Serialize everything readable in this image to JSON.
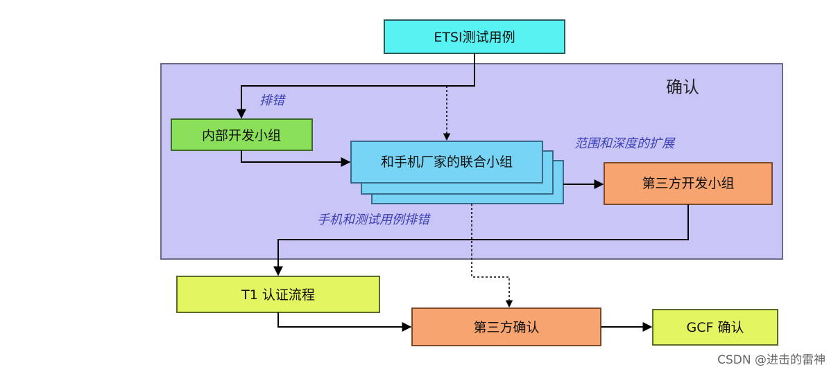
{
  "region": {
    "title": "确认"
  },
  "nodes": {
    "etsi": "ETSI测试用例",
    "internal_dev": "内部开发小组",
    "joint_group": "和手机厂家的联合小组",
    "third_party_dev": "第三方开发小组",
    "t1_cert": "T1 认证流程",
    "third_party_confirm": "第三方确认",
    "gcf_confirm": "GCF 确认"
  },
  "annotations": {
    "sort": "排错",
    "scope_expand": "范围和深度的扩展",
    "phone_test_sort": "手机和测试用例排错"
  },
  "colors": {
    "region_fill": "#c9c6f7",
    "region_border": "#6a6a8a",
    "etsi_fill": "#57f2f2",
    "green_fill": "#8be05a",
    "blue_fill": "#78d4f4",
    "orange_fill": "#f7a470",
    "yellow_fill": "#e4f562",
    "annotation_text": "#3b3fb5"
  },
  "watermark": "CSDN @进击的雷神"
}
